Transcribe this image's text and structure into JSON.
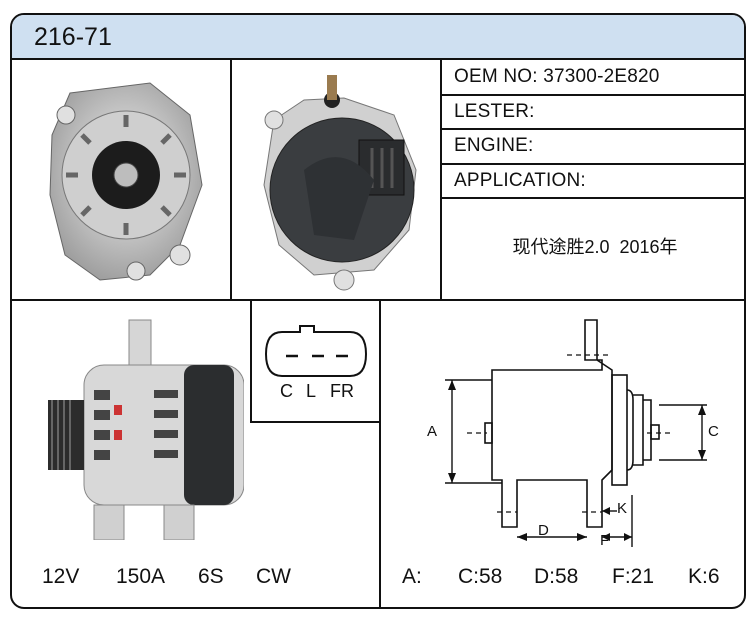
{
  "title": "216-71",
  "specs": {
    "oem_label": "OEM NO:",
    "oem_value": "37300-2E820",
    "lester_label": "LESTER:",
    "engine_label": "ENGINE:",
    "application_label": "APPLICATION:",
    "application_value": "现代途胜2.0  2016年"
  },
  "connector": {
    "pins": [
      "C",
      "L",
      "FR"
    ]
  },
  "electrical": {
    "voltage": "12V",
    "amperage": "150A",
    "pulley": "6S",
    "rotation": "CW"
  },
  "dimensions": {
    "labels": {
      "a": "A",
      "c": "C",
      "d": "D",
      "f": "F",
      "k": "K"
    },
    "values": {
      "a": "A:",
      "c": "C:58",
      "d": "D:58",
      "f": "F:21",
      "k": "K:6"
    }
  },
  "colors": {
    "title_bg": "#cfe0f1",
    "border": "#111111"
  }
}
